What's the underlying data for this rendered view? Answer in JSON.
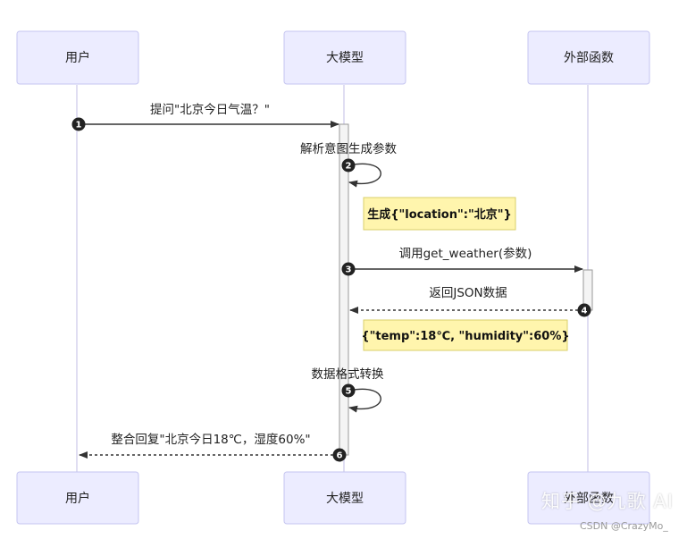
{
  "actors": [
    {
      "label": "用户",
      "color": "#ececff"
    },
    {
      "label": "大模型",
      "color": "#ececff"
    },
    {
      "label": "外部函数",
      "color": "#ececff"
    }
  ],
  "messages": [
    {
      "num": "1",
      "text": "提问\"北京今日气温？\""
    },
    {
      "num": "2",
      "text": "解析意图生成参数"
    },
    {
      "num": "3",
      "text": "调用get_weather(参数)"
    },
    {
      "num": "4",
      "text": "返回JSON数据"
    },
    {
      "num": "5",
      "text": "数据格式转换"
    },
    {
      "num": "6",
      "text": "整合回复\"北京今日18℃，湿度60%\""
    }
  ],
  "notes": [
    {
      "text": "生成{\"location\":\"北京\"}"
    },
    {
      "text": "{\"temp\":18℃, \"humidity\":60%}"
    }
  ],
  "watermark": {
    "zhihu": "知乎 @九歌 AI",
    "csdn": "CSDN @CrazyMo_"
  },
  "colors": {
    "actor_border": "#c5c5f0",
    "lifeline": "#d6d3ee",
    "activation_fill": "#f4f4f4",
    "activation_border": "#999999",
    "note_fill": "#fff5ad",
    "note_border": "#d8cf6a",
    "arrow": "#333333"
  }
}
